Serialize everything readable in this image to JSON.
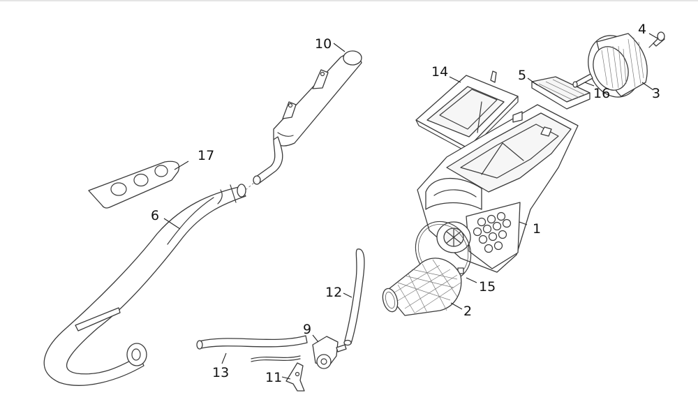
{
  "callouts": {
    "c1": "1",
    "c2": "2",
    "c3": "3",
    "c4": "4",
    "c5": "5",
    "c6": "6",
    "c9": "9",
    "c10": "10",
    "c11": "11",
    "c12": "12",
    "c13": "13",
    "c14": "14",
    "c15": "15",
    "c16": "16",
    "c17": "17"
  }
}
